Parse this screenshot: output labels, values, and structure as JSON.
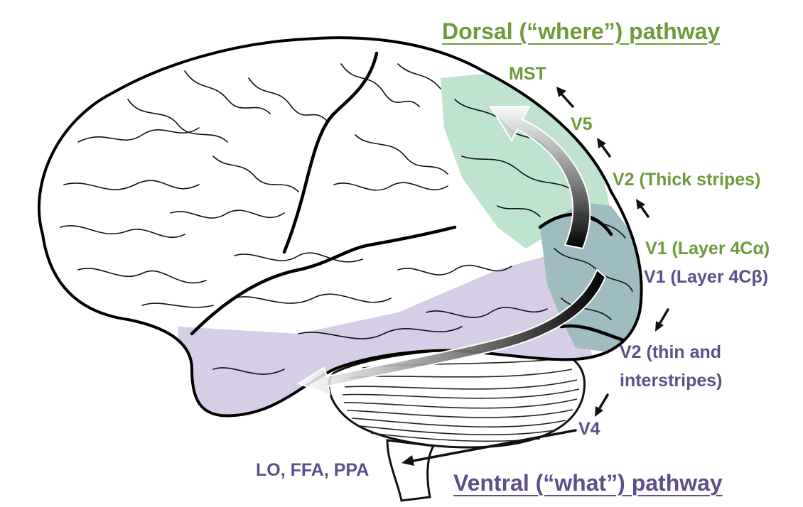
{
  "colors": {
    "dorsal_text": "#6f9a3a",
    "ventral_text": "#5e4e8c",
    "dorsal_region": "#bfe3cf",
    "ventral_region": "#d6cde6",
    "occipital_region": "#9fbcc0",
    "outline": "#111111"
  },
  "dorsal": {
    "title": "Dorsal (“where”) pathway",
    "areas": [
      "MST",
      "V5",
      "V2 (Thick stripes)",
      "V1 (Layer 4Cα)"
    ]
  },
  "ventral": {
    "title": "Ventral (“what”) pathway",
    "areas": [
      "V1 (Layer 4Cβ)",
      "V2 (thin and",
      "interstripes)",
      "V4",
      "LO, FFA, PPA"
    ]
  }
}
